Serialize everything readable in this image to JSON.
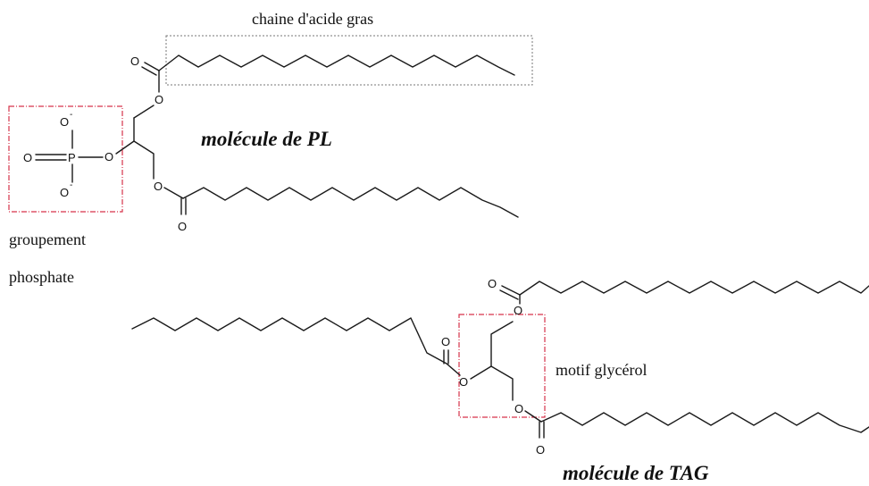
{
  "labels": {
    "fatty_acid_chain": "chaine d'acide gras",
    "pl_molecule": "molécule de PL",
    "phosphate_group_line1": "groupement",
    "phosphate_group_line2": "phosphate",
    "glycerol_motif": "motif glycérol",
    "tag_molecule": "molécule de TAG"
  },
  "atoms": {
    "oxygen": "O",
    "phosphorus": "P",
    "negative_charge": "-"
  },
  "colors": {
    "highlight_box": "#d6334a",
    "chain_box": "#777777",
    "bond": "#1a1a1a"
  }
}
